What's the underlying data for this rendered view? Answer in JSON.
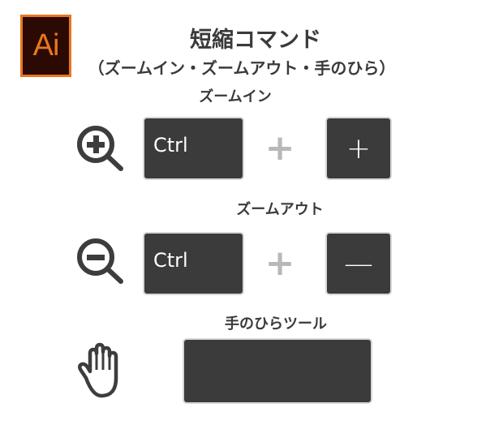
{
  "logo": {
    "text": "Ai",
    "colors": {
      "border": "#e8761f",
      "background": "#2b0a03"
    }
  },
  "header": {
    "title": "短縮コマンド",
    "subtitle": "（ズームイン・ズームアウト・手のひら）"
  },
  "sections": [
    {
      "label": "ズームイン",
      "icon": "zoom-in-icon",
      "keys": [
        "Ctrl",
        "+"
      ],
      "joiner": "+"
    },
    {
      "label": "ズームアウト",
      "icon": "zoom-out-icon",
      "keys": [
        "Ctrl",
        "—"
      ],
      "joiner": "+"
    },
    {
      "label": "手のひらツール",
      "icon": "hand-icon",
      "keys": [
        ""
      ]
    }
  ]
}
